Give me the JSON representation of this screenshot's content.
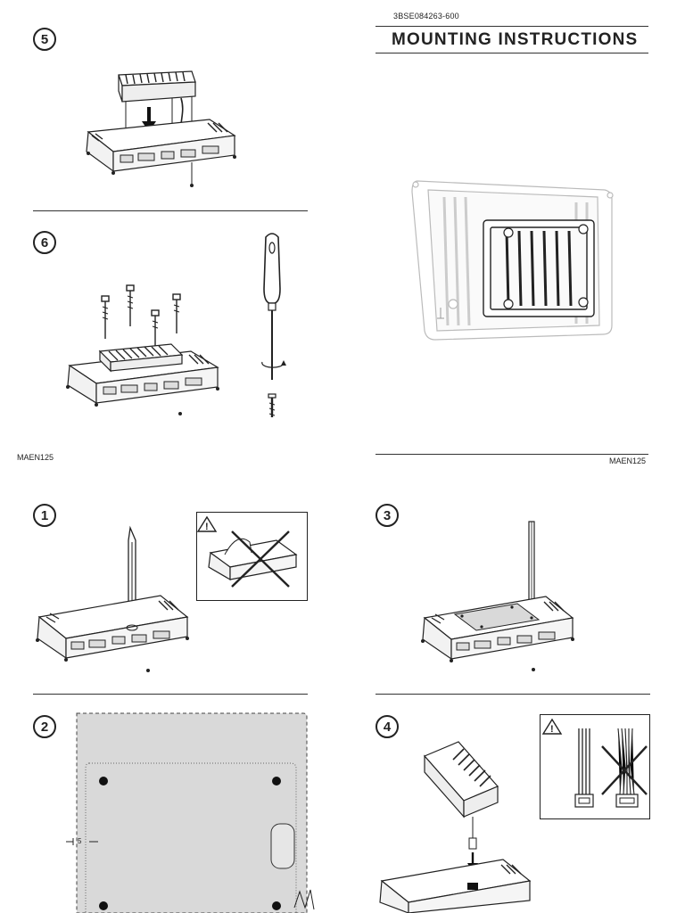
{
  "header": {
    "doc_number": "3BSE084263-600",
    "title": "MOUNTING INSTRUCTIONS"
  },
  "codes": {
    "left": "MAEN125",
    "right": "MAEN125"
  },
  "steps": {
    "s1": "1",
    "s2": "2",
    "s3": "3",
    "s4": "4",
    "s5": "5",
    "s6": "6"
  },
  "dimension": {
    "margin_value": "5"
  },
  "icons": {
    "warning": "warning-triangle-icon",
    "prohibited": "cross-out-icon"
  }
}
